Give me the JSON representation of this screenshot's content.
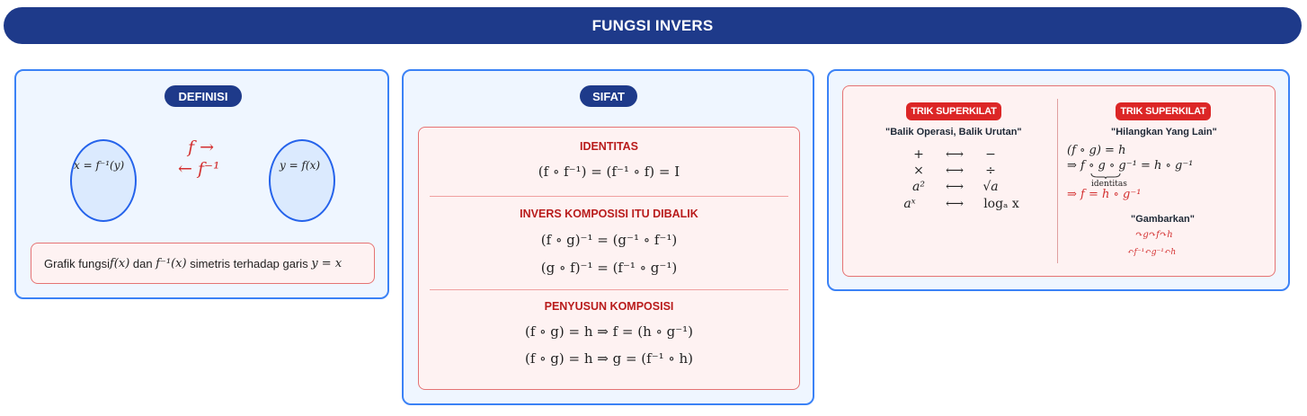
{
  "header": {
    "title": "FUNGSI INVERS"
  },
  "definisi": {
    "label": "DEFINISI",
    "left_set": "x = f⁻¹(y)",
    "right_set": "y = f(x)",
    "arrow_forward": "f →",
    "arrow_back": "← f⁻¹",
    "note_prefix": "Grafik fungsi ",
    "note_f": "f(x)",
    "note_mid": " dan ",
    "note_finv": "f⁻¹(x)",
    "note_mid2": " simetris terhadap garis ",
    "note_line": "y = x"
  },
  "sifat": {
    "label": "SIFAT",
    "sections": [
      {
        "title": "IDENTITAS",
        "formulas": [
          "(f ∘ f⁻¹) = (f⁻¹ ∘ f) = I"
        ]
      },
      {
        "title": "INVERS KOMPOSISI ITU DIBALIK",
        "formulas": [
          "(f ∘ g)⁻¹ = (g⁻¹ ∘ f⁻¹)",
          "(g ∘ f)⁻¹ = (f⁻¹ ∘ g⁻¹)"
        ]
      },
      {
        "title": "PENYUSUN KOMPOSISI",
        "formulas": [
          "(f ∘ g) = h ⇒ f = (h ∘ g⁻¹)",
          "(f ∘ g) = h ⇒ g = (f⁻¹ ∘ h)"
        ]
      }
    ]
  },
  "trik": {
    "left": {
      "badge": "TRIK SUPERKILAT",
      "quote": "\"Balik Operasi, Balik Urutan\"",
      "rows": [
        {
          "a": "+",
          "arrow": "⟷",
          "b": "−"
        },
        {
          "a": "×",
          "arrow": "⟷",
          "b": "÷"
        },
        {
          "a": "a²",
          "arrow": "⟷",
          "b": "√a"
        },
        {
          "a": "aˣ",
          "arrow": "⟷",
          "b": "logₐ x"
        }
      ]
    },
    "right": {
      "badge": "TRIK SUPERKILAT",
      "quote": "\"Hilangkan Yang Lain\"",
      "line1": "(f ∘ g) = h",
      "line2": "⇒ f ∘ g ∘ g⁻¹ = h ∘ g⁻¹",
      "identitas": "identitas",
      "line3": "⇒ f = h ∘ g⁻¹",
      "gambarkan": "\"Gambarkan\"",
      "draw1": "↷g↷f↷h",
      "draw2": "↶f⁻¹↶g⁻¹↶h"
    }
  },
  "colors": {
    "navy": "#1e3a8a",
    "blue": "#3b82f6",
    "red": "#dc2626",
    "pale_blue": "#eff6ff",
    "pale_red": "#fef2f2"
  }
}
